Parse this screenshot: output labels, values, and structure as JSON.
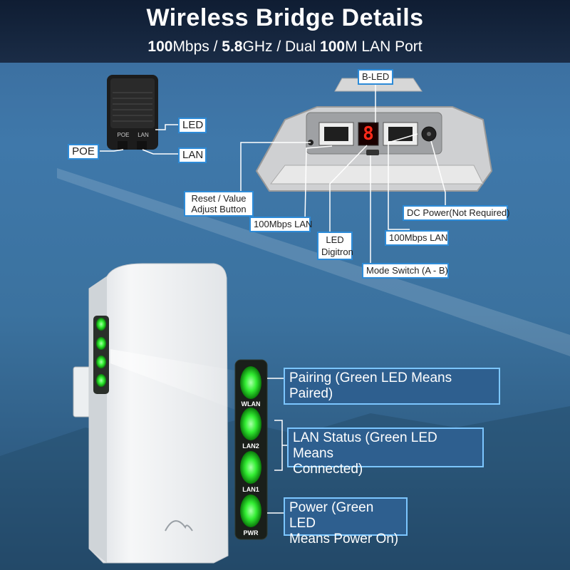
{
  "header": {
    "title": "Wireless Bridge Details",
    "subtitle_parts": [
      "100",
      "Mbps / ",
      "5.8",
      "GHz / Dual ",
      "100",
      "M LAN Port"
    ]
  },
  "poe_callouts": {
    "led": "LED",
    "lan": "LAN",
    "poe": "POE",
    "adapter_label_poe": "POE",
    "adapter_label_lan": "LAN"
  },
  "device_callouts": {
    "b_led": "B-LED",
    "reset": "Reset / Value\nAdjust Button",
    "lan_left": "100Mbps LAN",
    "digitron": "LED\nDigitron",
    "lan_right": "100Mbps LAN",
    "dc_power": "DC Power(Not Required)",
    "mode_switch": "Mode Switch (A - B)",
    "digit": "8"
  },
  "led_panel": {
    "labels": [
      "WLAN",
      "LAN2",
      "LAN1",
      "PWR"
    ],
    "pairing": "Pairing (Green LED Means Paired)",
    "lan_status": "LAN Status (Green LED Means\nConnected)",
    "power": "Power (Green LED\nMeans Power On)"
  },
  "colors": {
    "accent": "#2d8bd8",
    "led_green": "#33ff33",
    "header_bg": "#13233b"
  }
}
